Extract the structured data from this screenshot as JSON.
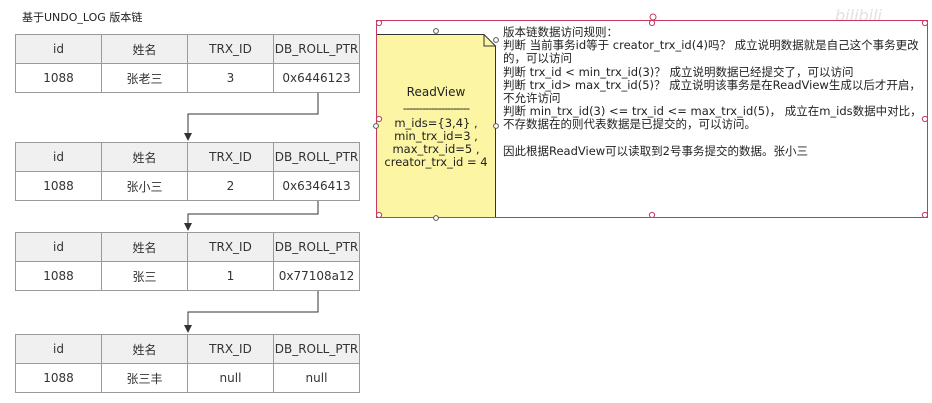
{
  "title": "基于UNDO_LOG 版本链",
  "columns": [
    "id",
    "姓名",
    "TRX_ID",
    "DB_ROLL_PTR"
  ],
  "versions": [
    {
      "id": "1088",
      "name": "张老三",
      "trx_id": "3",
      "roll_ptr": "0x6446123"
    },
    {
      "id": "1088",
      "name": "张小三",
      "trx_id": "2",
      "roll_ptr": "0x6346413"
    },
    {
      "id": "1088",
      "name": "张三",
      "trx_id": "1",
      "roll_ptr": "0x77108a12"
    },
    {
      "id": "1088",
      "name": "张三丰",
      "trx_id": "null",
      "roll_ptr": "null"
    }
  ],
  "readview": {
    "title": "ReadView",
    "separator": "---------------------",
    "m_ids": "m_ids={3,4} ,",
    "min_trx_id": "min_trx_id=3 ,",
    "max_trx_id": "max_trx_id=5 ,",
    "creator_trx_id": "creator_trx_id = 4"
  },
  "rules": {
    "heading": "版本链数据访问规则：",
    "lines": [
      "判断 当前事务id等于 creator_trx_id(4)吗？ 成立说明数据就是自己这个事务更改的，可以访问",
      "判断 trx_id < min_trx_id(3)？ 成立说明数据已经提交了，可以访问",
      "判断 trx_id> max_trx_id(5)？ 成立说明该事务是在ReadView生成以后才开启，不允许访问",
      "判断 min_trx_id(3) <= trx_id <= max_trx_id(5)， 成立在m_ids数据中对比，不存数据在的则代表数据是已提交的，可以访问。"
    ],
    "conclusion": "因此根据ReadView可以读取到2号事务提交的数据。张小三"
  },
  "watermark": "bilibili",
  "colors": {
    "note_fill": "#fbf5a4",
    "note_border": "#333333",
    "selection": "#c7385f",
    "header_fill": "#f0f0f0",
    "border": "#9a9a9a"
  }
}
